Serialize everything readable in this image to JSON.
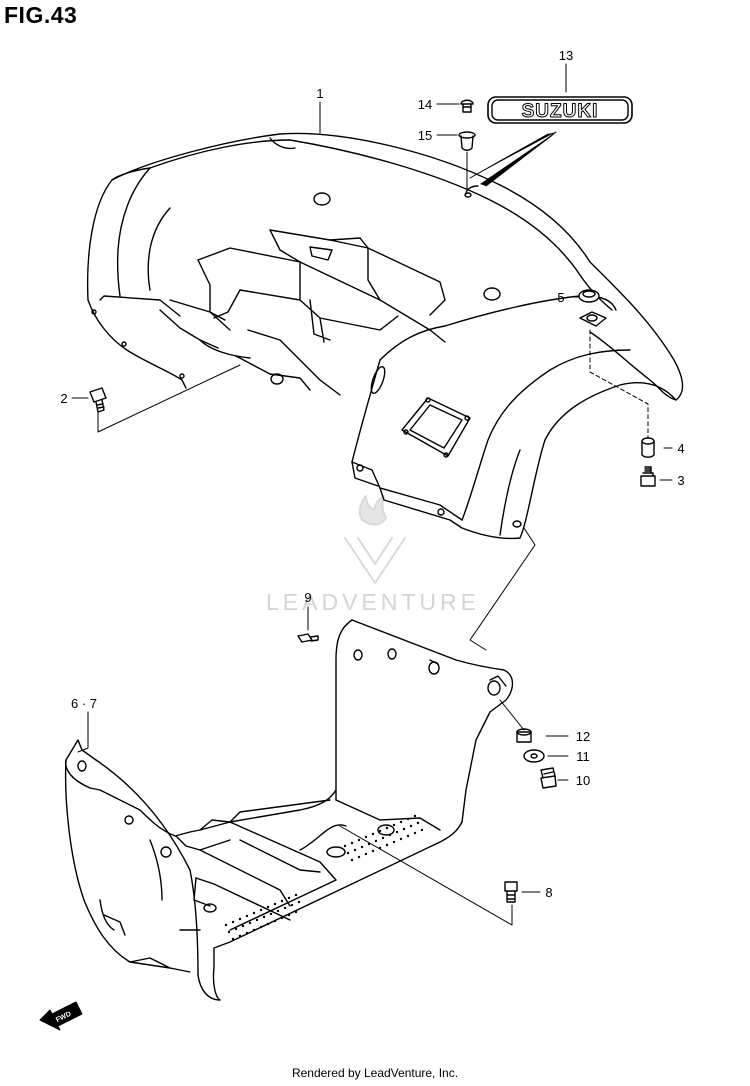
{
  "figure": {
    "title": "FIG.43"
  },
  "watermark": {
    "text": "LEADVENTURE"
  },
  "footer": {
    "text": "Rendered by LeadVenture, Inc."
  },
  "emblem": {
    "text": "SUZUKI"
  },
  "direction_badge": {
    "text": "FWD"
  },
  "callouts": {
    "c1": "1",
    "c2": "2",
    "c3": "3",
    "c4": "4",
    "c5": "5",
    "c67": "6 · 7",
    "c8": "8",
    "c9": "9",
    "c10": "10",
    "c11": "11",
    "c12": "12",
    "c13": "13",
    "c14": "14",
    "c15": "15"
  }
}
